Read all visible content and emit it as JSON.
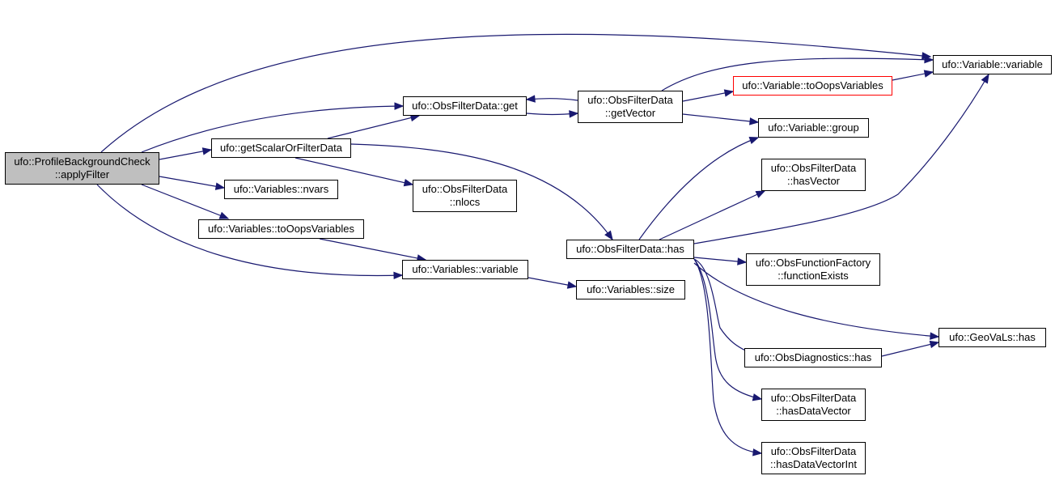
{
  "graph": {
    "edge_color": "#191970",
    "root_fill": "#bfbfbf",
    "highlight_border": "#ff0000",
    "nodes": [
      {
        "id": "apply",
        "lines": [
          "ufo::ProfileBackgroundCheck",
          "::applyFilter"
        ]
      },
      {
        "id": "getScalar",
        "lines": [
          "ufo::getScalarOrFilterData"
        ]
      },
      {
        "id": "nvars",
        "lines": [
          "ufo::Variables::nvars"
        ]
      },
      {
        "id": "vToOops",
        "lines": [
          "ufo::Variables::toOopsVariables"
        ]
      },
      {
        "id": "ofdGet",
        "lines": [
          "ufo::ObsFilterData::get"
        ]
      },
      {
        "id": "nlocs",
        "lines": [
          "ufo::ObsFilterData",
          "::nlocs"
        ]
      },
      {
        "id": "vsVariable",
        "lines": [
          "ufo::Variables::variable"
        ]
      },
      {
        "id": "getVector",
        "lines": [
          "ufo::ObsFilterData",
          "::getVector"
        ]
      },
      {
        "id": "has",
        "lines": [
          "ufo::ObsFilterData::has"
        ]
      },
      {
        "id": "size",
        "lines": [
          "ufo::Variables::size"
        ]
      },
      {
        "id": "varToOops",
        "lines": [
          "ufo::Variable::toOopsVariables"
        ]
      },
      {
        "id": "group",
        "lines": [
          "ufo::Variable::group"
        ]
      },
      {
        "id": "hasVector",
        "lines": [
          "ufo::ObsFilterData",
          "::hasVector"
        ]
      },
      {
        "id": "funcExists",
        "lines": [
          "ufo::ObsFunctionFactory",
          "::functionExists"
        ]
      },
      {
        "id": "diagHas",
        "lines": [
          "ufo::ObsDiagnostics::has"
        ]
      },
      {
        "id": "hasDataVector",
        "lines": [
          "ufo::ObsFilterData",
          "::hasDataVector"
        ]
      },
      {
        "id": "hasDataVectorInt",
        "lines": [
          "ufo::ObsFilterData",
          "::hasDataVectorInt"
        ]
      },
      {
        "id": "varVariable",
        "lines": [
          "ufo::Variable::variable"
        ]
      },
      {
        "id": "geovalsHas",
        "lines": [
          "ufo::GeoVaLs::has"
        ]
      }
    ],
    "edges": [
      [
        "apply",
        "varVariable"
      ],
      [
        "apply",
        "ofdGet"
      ],
      [
        "apply",
        "getScalar"
      ],
      [
        "apply",
        "nvars"
      ],
      [
        "apply",
        "vToOops"
      ],
      [
        "apply",
        "vsVariable"
      ],
      [
        "getScalar",
        "ofdGet"
      ],
      [
        "getScalar",
        "nlocs"
      ],
      [
        "getScalar",
        "has"
      ],
      [
        "vToOops",
        "vsVariable"
      ],
      [
        "ofdGet",
        "getVector"
      ],
      [
        "getVector",
        "ofdGet"
      ],
      [
        "getVector",
        "varVariable"
      ],
      [
        "getVector",
        "varToOops"
      ],
      [
        "getVector",
        "group"
      ],
      [
        "varToOops",
        "varVariable"
      ],
      [
        "vsVariable",
        "size"
      ],
      [
        "has",
        "group"
      ],
      [
        "has",
        "hasVector"
      ],
      [
        "has",
        "varVariable"
      ],
      [
        "has",
        "funcExists"
      ],
      [
        "has",
        "geovalsHas"
      ],
      [
        "has",
        "diagHas"
      ],
      [
        "has",
        "hasDataVector"
      ],
      [
        "has",
        "hasDataVectorInt"
      ],
      [
        "diagHas",
        "geovalsHas"
      ]
    ]
  }
}
